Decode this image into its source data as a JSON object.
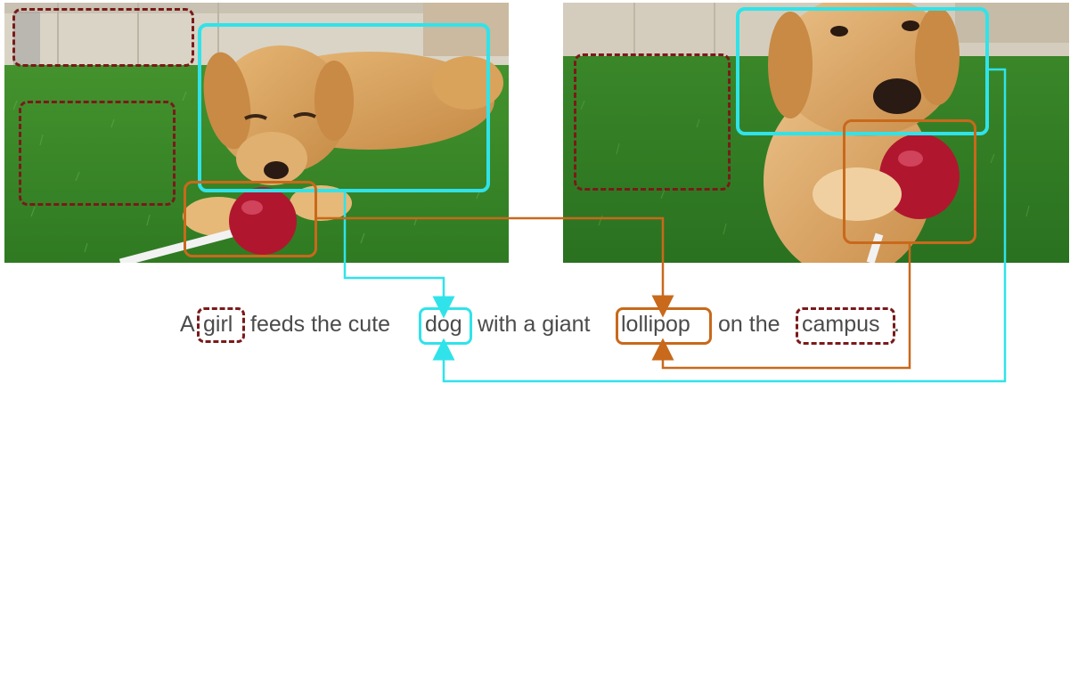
{
  "sentence": {
    "words": [
      "A",
      "girl",
      "feeds the cute",
      "dog",
      "with a giant",
      "lollipop",
      "on the",
      "campus",
      "."
    ]
  },
  "colors": {
    "grounded_dog": "#30e3ea",
    "grounded_lollipop": "#c8691b",
    "ungrounded": "#7a1a1a",
    "grass": "#3f8f2a",
    "dog_fur": "#d9a35c",
    "fence": "#d8d2c4",
    "lollipop": "#b0172f"
  },
  "icons": [
    "dog-photo",
    "lollipop-toy",
    "grass-lawn",
    "fence"
  ]
}
